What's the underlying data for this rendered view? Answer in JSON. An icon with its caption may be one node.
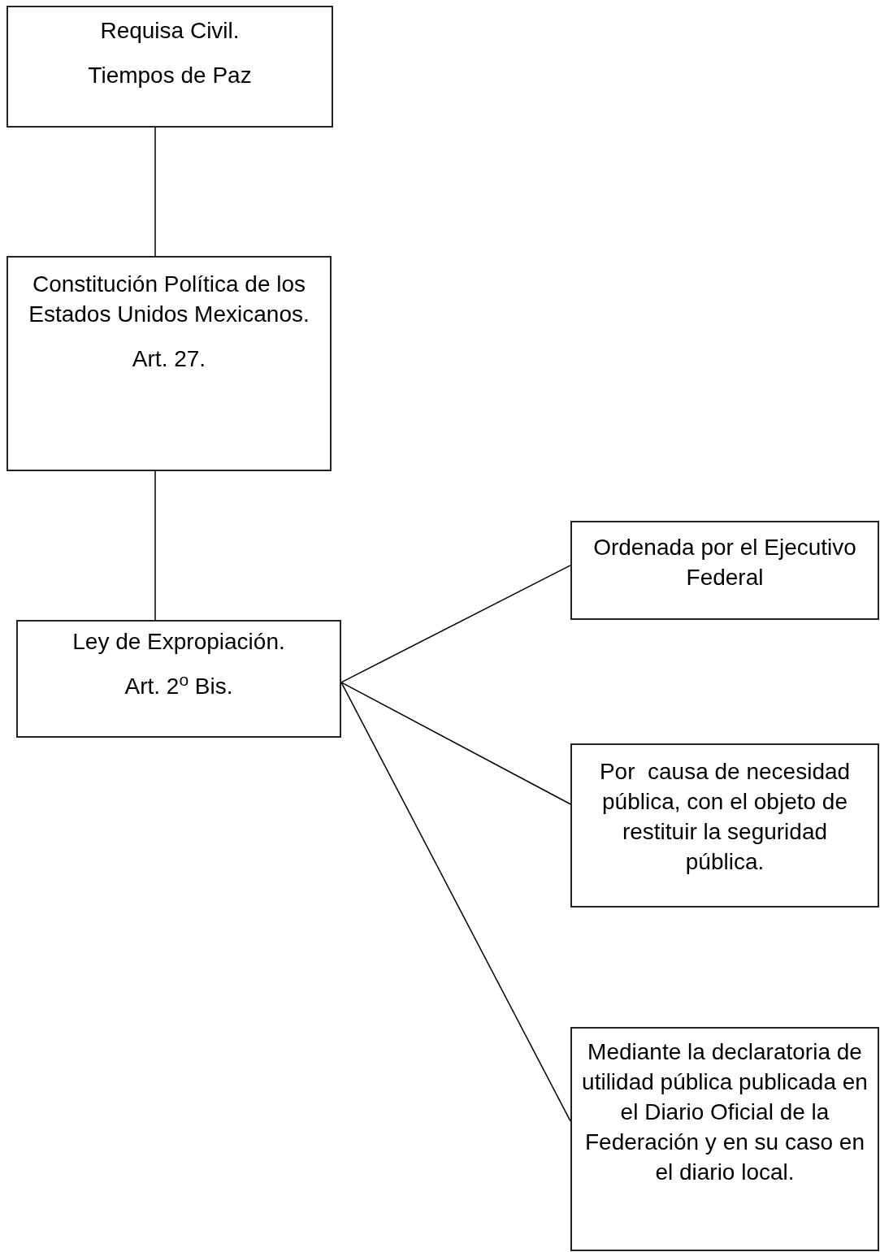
{
  "diagram": {
    "nodes": [
      {
        "text": [
          "Requisa Civil.",
          "Tiempos de Paz"
        ]
      },
      {
        "text": [
          "Constitución Política de los Estados Unidos Mexicanos.",
          "Art. 27."
        ]
      },
      {
        "text": [
          "Ley de Expropiación.",
          "Art. 2$^{o}$ Bis."
        ]
      },
      {
        "text": [
          "Ordenada por el Ejecutivo Federal"
        ]
      },
      {
        "text": [
          "Por  causa de necesidad pública, con el objeto de restituir la seguridad pública."
        ]
      },
      {
        "text": [
          "Mediante la declaratoria de utilidad pública publicada en el Diario Oficial de la Federación y en su caso en el diario local."
        ]
      }
    ],
    "edges": [
      {
        "from": 0,
        "to": 1,
        "arrow": "none"
      },
      {
        "from": 1,
        "to": 2,
        "arrow": "none"
      },
      {
        "from": 2,
        "to": 3,
        "arrow": "none"
      },
      {
        "from": 2,
        "to": 4,
        "arrow": "none"
      },
      {
        "from": 2,
        "to": 5,
        "arrow": "none"
      }
    ]
  }
}
